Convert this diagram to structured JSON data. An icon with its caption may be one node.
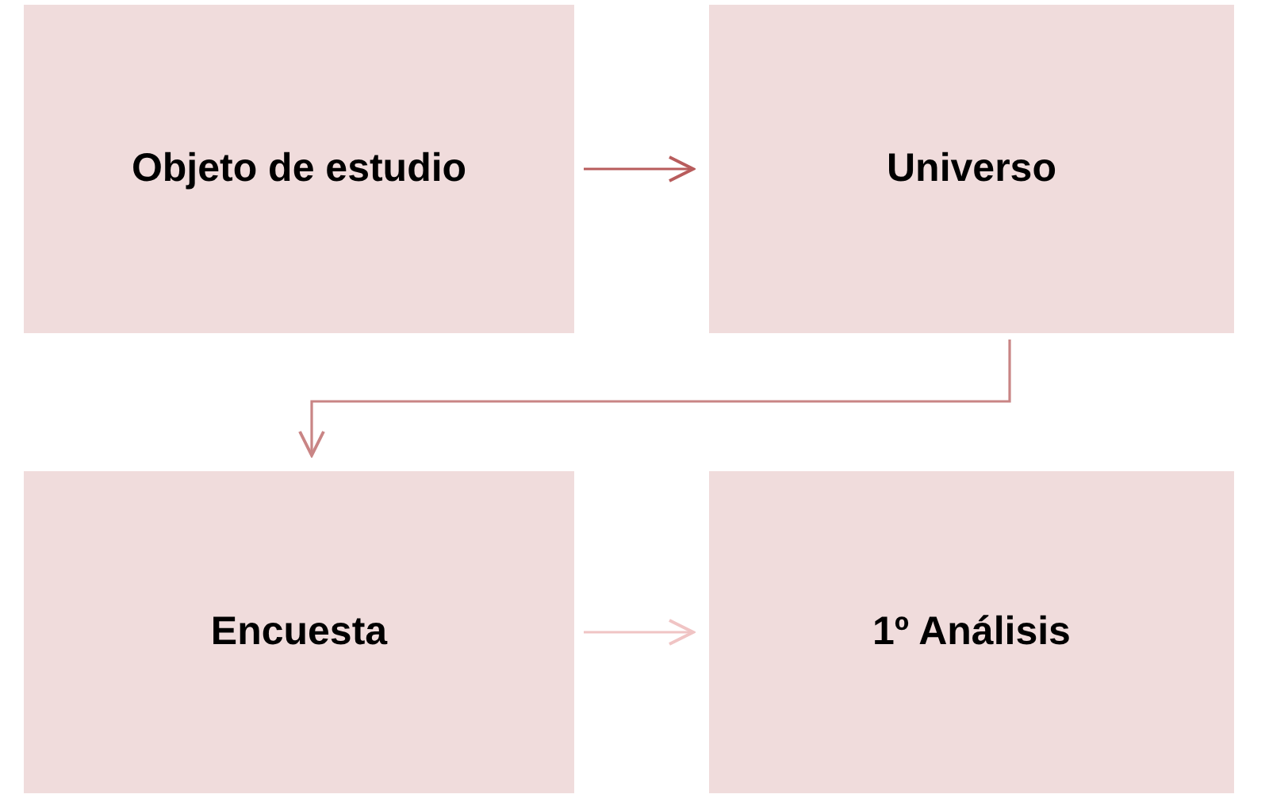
{
  "diagram": {
    "nodes": [
      {
        "text": [
          "Objeto de estudio"
        ]
      },
      {
        "text": [
          "Universo"
        ]
      },
      {
        "text": [
          "Encuesta"
        ]
      },
      {
        "text": [
          "1º Análisis"
        ]
      }
    ],
    "edges": [
      {
        "from": 0,
        "to": 1,
        "arrow": "to",
        "color": "#b85c5c"
      },
      {
        "from": 1,
        "to": 2,
        "arrow": "to",
        "color": "#c98585"
      },
      {
        "from": 2,
        "to": 3,
        "arrow": "to",
        "color": "#f0c4c4"
      }
    ]
  }
}
